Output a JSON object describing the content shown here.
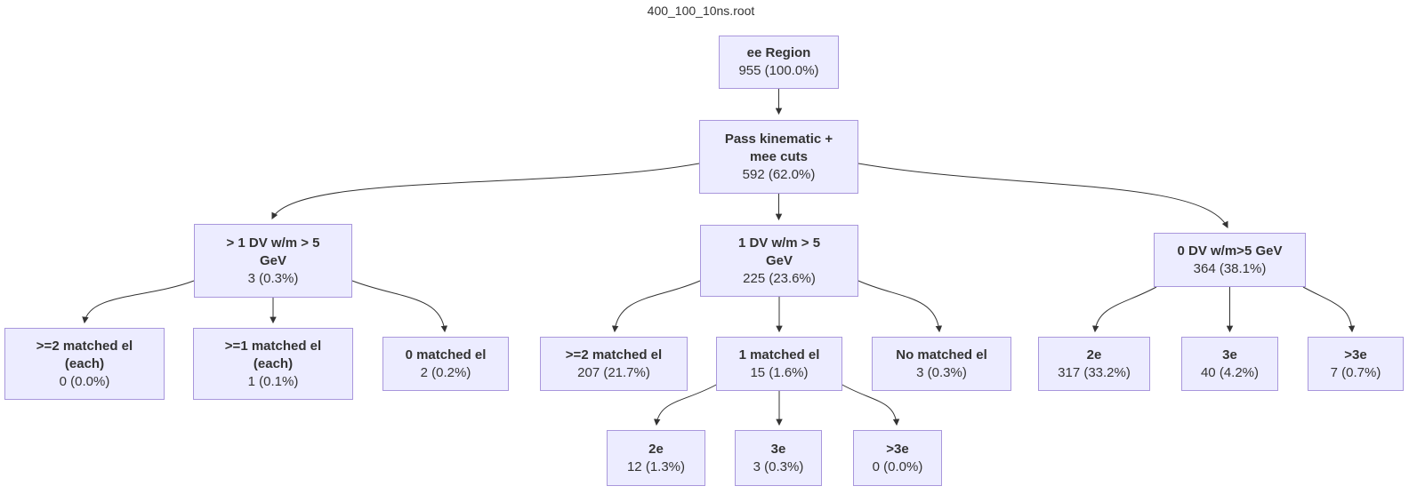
{
  "title": "400_100_10ns.root",
  "colors": {
    "background": "#FFFFFF",
    "node_fill": "#ECECFF",
    "node_border": "#A997DC",
    "edge": "#333333",
    "text": "#333333"
  },
  "nodes": {
    "root": {
      "lines": [
        "ee Region"
      ],
      "count": "955 (100.0%)"
    },
    "kin": {
      "lines": [
        "Pass kinematic +",
        "mee cuts"
      ],
      "count": "592 (62.0%)"
    },
    "gt1dv": {
      "lines": [
        "> 1 DV w/m > 5",
        "GeV"
      ],
      "count": "3 (0.3%)"
    },
    "dv1": {
      "lines": [
        "1 DV w/m > 5",
        "GeV"
      ],
      "count": "225 (23.6%)"
    },
    "dv0": {
      "lines": [
        "0 DV w/m>5 GeV"
      ],
      "count": "364 (38.1%)"
    },
    "m2each": {
      "lines": [
        ">=2 matched el",
        "(each)"
      ],
      "count": "0 (0.0%)"
    },
    "m1each": {
      "lines": [
        ">=1 matched el",
        "(each)"
      ],
      "count": "1 (0.1%)"
    },
    "m0": {
      "lines": [
        "0 matched el"
      ],
      "count": "2 (0.2%)"
    },
    "m2": {
      "lines": [
        ">=2 matched el"
      ],
      "count": "207 (21.7%)"
    },
    "m1": {
      "lines": [
        "1 matched el"
      ],
      "count": "15 (1.6%)"
    },
    "mno": {
      "lines": [
        "No matched el"
      ],
      "count": "3 (0.3%)"
    },
    "r2e": {
      "lines": [
        "2e"
      ],
      "count": "317 (33.2%)"
    },
    "r3e": {
      "lines": [
        "3e"
      ],
      "count": "40 (4.2%)"
    },
    "rgt3e": {
      "lines": [
        ">3e"
      ],
      "count": "7 (0.7%)"
    },
    "s2e": {
      "lines": [
        "2e"
      ],
      "count": "12 (1.3%)"
    },
    "s3e": {
      "lines": [
        "3e"
      ],
      "count": "3 (0.3%)"
    },
    "sgt3e": {
      "lines": [
        ">3e"
      ],
      "count": "0 (0.0%)"
    }
  },
  "edges": [
    {
      "from": "root",
      "to": "kin"
    },
    {
      "from": "kin",
      "to": "gt1dv"
    },
    {
      "from": "kin",
      "to": "dv1"
    },
    {
      "from": "kin",
      "to": "dv0"
    },
    {
      "from": "gt1dv",
      "to": "m2each"
    },
    {
      "from": "gt1dv",
      "to": "m1each"
    },
    {
      "from": "gt1dv",
      "to": "m0"
    },
    {
      "from": "dv1",
      "to": "m2"
    },
    {
      "from": "dv1",
      "to": "m1"
    },
    {
      "from": "dv1",
      "to": "mno"
    },
    {
      "from": "dv0",
      "to": "r2e"
    },
    {
      "from": "dv0",
      "to": "r3e"
    },
    {
      "from": "dv0",
      "to": "rgt3e"
    },
    {
      "from": "m1",
      "to": "s2e"
    },
    {
      "from": "m1",
      "to": "s3e"
    },
    {
      "from": "m1",
      "to": "sgt3e"
    }
  ]
}
